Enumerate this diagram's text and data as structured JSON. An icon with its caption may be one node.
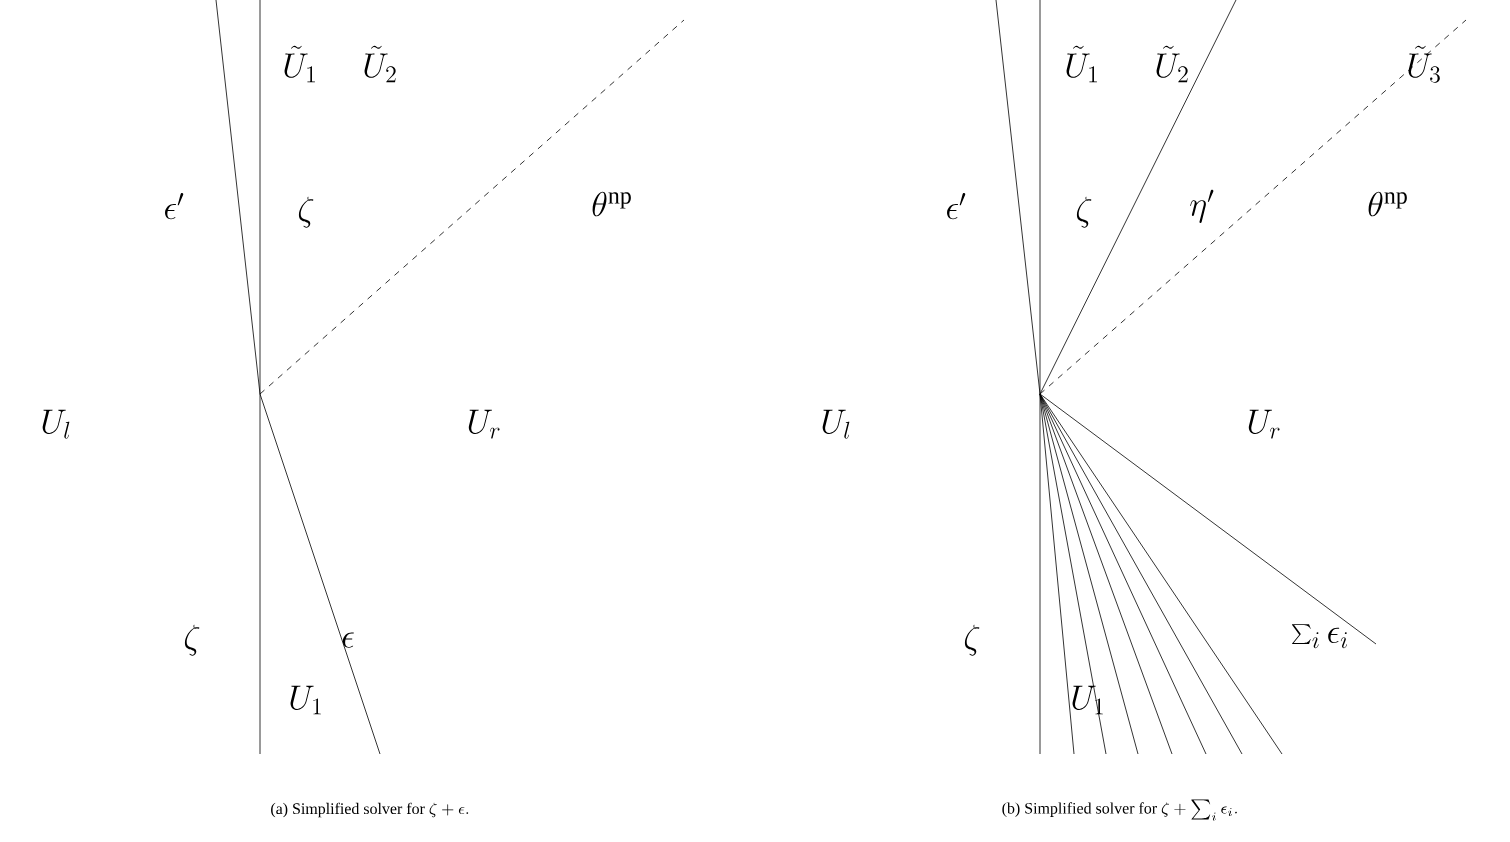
{
  "diagram": {
    "labels": [
      "\\tilde{U}_1",
      "\\tilde{U}_2",
      "\\epsilon'",
      "\\zeta",
      "\\theta^{\\mathrm{np}}",
      "U_l",
      "U_r",
      "\\zeta",
      "\\epsilon",
      "U_1",
      "\\tilde{U}_1",
      "\\tilde{U}_2",
      "\\tilde{U}_3",
      "\\epsilon'",
      "\\zeta",
      "\\eta'",
      "\\theta^{\\mathrm{np}}",
      "U_l",
      "U_r",
      "\\zeta",
      "\\sum_i \\epsilon_i",
      "U_1",
      "\\mbox{(a) Simplified solver for }\\zeta + \\epsilon.",
      "\\mbox{(b) Simplified solver for }\\zeta + \\sum_i \\epsilon_i."
    ]
  }
}
